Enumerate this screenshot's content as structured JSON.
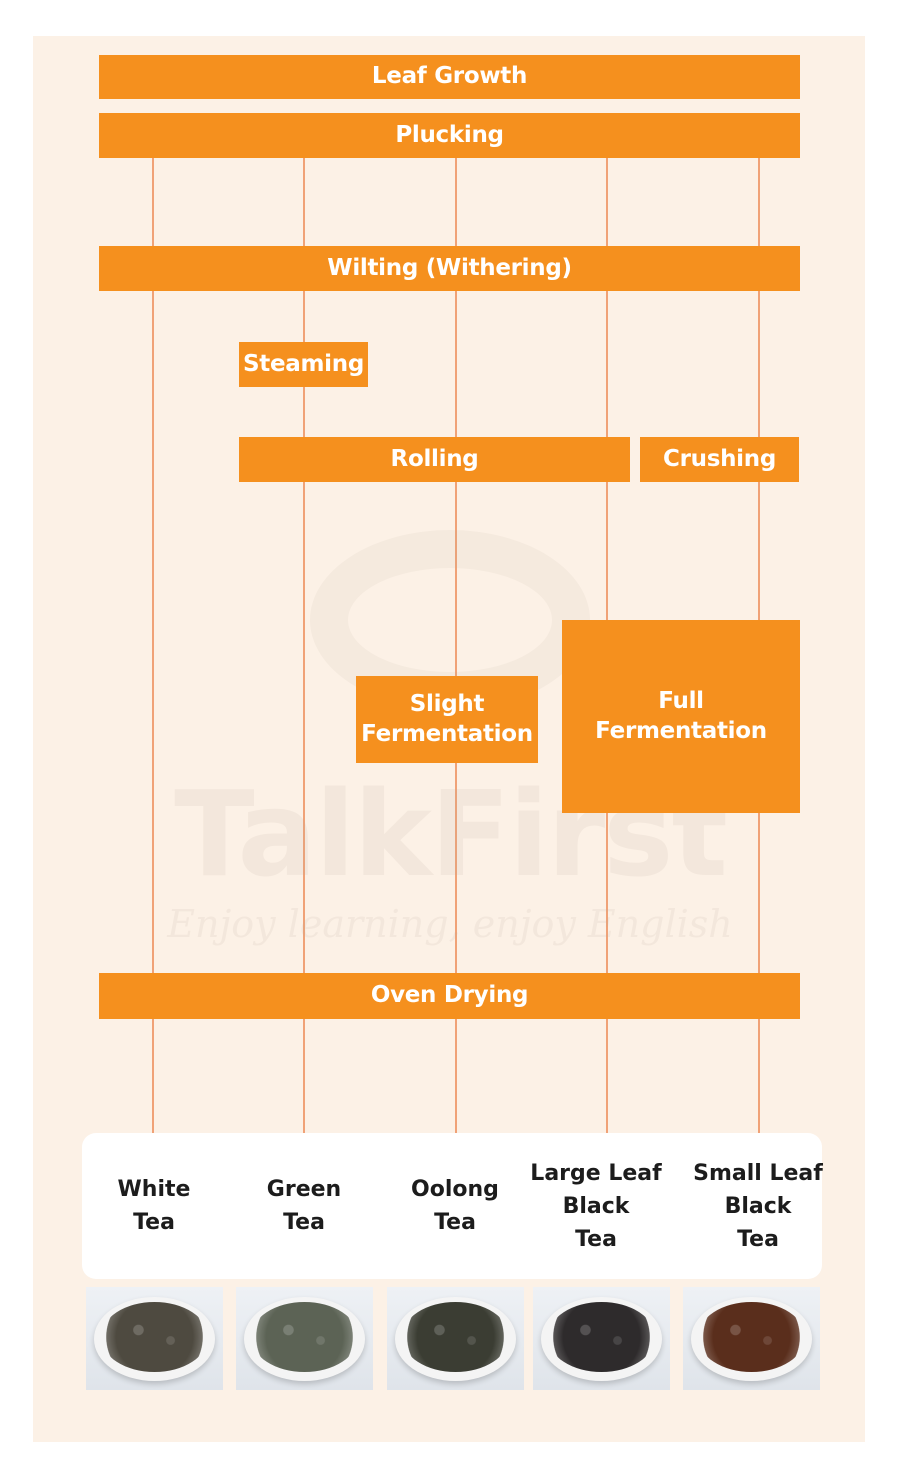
{
  "colors": {
    "panel_background": "#fcf1e6",
    "step_fill": "#f5901e",
    "step_text": "#ffffff",
    "line": "#f0a277",
    "tea_label_text": "#1c1c1c"
  },
  "steps": {
    "leaf_growth": "Leaf Growth",
    "plucking": "Plucking",
    "wilting": "Wilting (Withering)",
    "steaming": "Steaming",
    "rolling": "Rolling",
    "crushing": "Crushing",
    "slight_fermentation": "Slight\nFermentation",
    "full_fermentation": "Full\nFermentation",
    "oven_drying": "Oven Drying"
  },
  "teas": [
    {
      "label": "White\nTea",
      "leaf_color": "#4e4a40",
      "leaf_icon": "white-tea-leaves"
    },
    {
      "label": "Green\nTea",
      "leaf_color": "#5c6355",
      "leaf_icon": "green-tea-leaves"
    },
    {
      "label": "Oolong\nTea",
      "leaf_color": "#3b3d33",
      "leaf_icon": "oolong-tea-leaves"
    },
    {
      "label": "Large Leaf\nBlack\nTea",
      "leaf_color": "#2e2b2c",
      "leaf_icon": "large-leaf-black-tea-leaves"
    },
    {
      "label": "Small Leaf\nBlack\nTea",
      "leaf_color": "#5a2e1c",
      "leaf_icon": "small-leaf-black-tea-leaves"
    }
  ],
  "watermark": {
    "title": "TalkFirst",
    "tagline": "Enjoy learning, enjoy English"
  }
}
